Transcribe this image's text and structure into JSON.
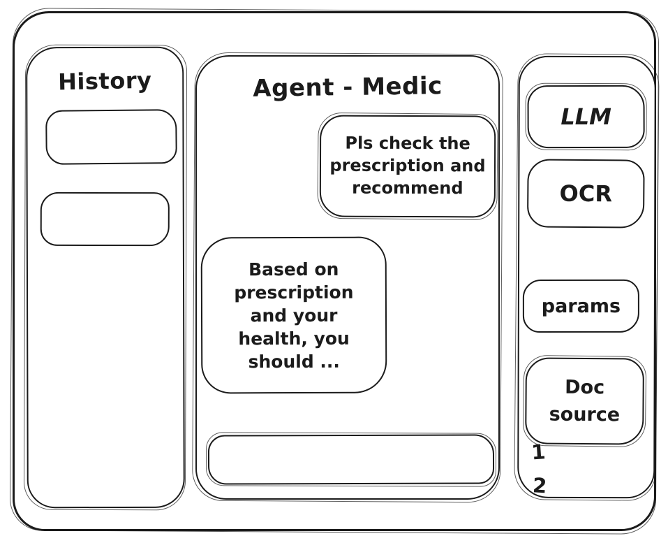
{
  "colors": {
    "stroke": "#1b1b1b",
    "background": "#ffffff"
  },
  "sidebar_left": {
    "title": "History",
    "items": [
      {
        "label": ""
      },
      {
        "label": ""
      }
    ]
  },
  "chat": {
    "title": "Agent - Medic",
    "messages": [
      {
        "role": "user",
        "text": "Pls check the prescription and recommend"
      },
      {
        "role": "assistant",
        "text": "Based on prescription and your health, you should ..."
      }
    ],
    "input": {
      "value": ""
    }
  },
  "sidebar_right": {
    "buttons": [
      {
        "label": "LLM"
      },
      {
        "label": "OCR"
      },
      {
        "label": "params"
      },
      {
        "label": "Doc source"
      }
    ],
    "doc_items": [
      "1",
      "2"
    ]
  }
}
